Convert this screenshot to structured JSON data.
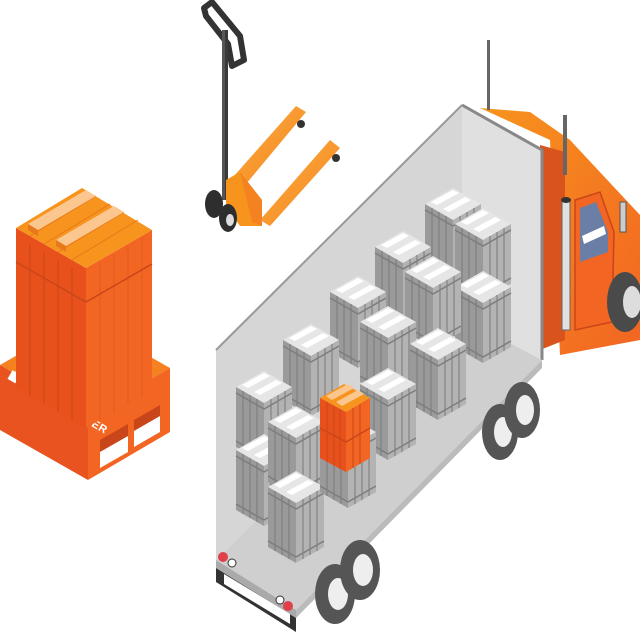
{
  "illustration": {
    "description": "Isometric freight shipping illustration",
    "pallet": {
      "brand_label": "FREIGHTCENTER",
      "crate_color": "#f26522",
      "crate_top_color": "#f7941d",
      "plank_color": "#fcc68f"
    },
    "pallet_jack": {
      "handle_color": "#3a3a3a",
      "forks_color": "#f7941d"
    },
    "truck": {
      "cab_color": "#f26522",
      "trailer_color": "#d9d9d9",
      "window_color": "#6b7fa6",
      "tire_color": "#555555",
      "tail_light_color": "#e0404a"
    },
    "cargo": {
      "gray_crate_color": "#8c8c8c",
      "highlight_crate_color": "#f26522",
      "gray_crate_count": 13,
      "orange_crate_count": 1
    }
  }
}
